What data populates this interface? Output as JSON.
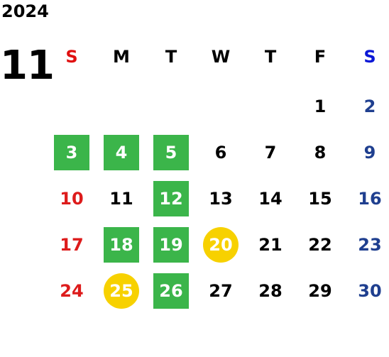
{
  "year": "2024",
  "month": "11",
  "weekdays": [
    "S",
    "M",
    "T",
    "W",
    "T",
    "F",
    "S"
  ],
  "colors": {
    "sunday": "#dd1b1b",
    "saturday": "#1f3f8f",
    "green_highlight": "#3bb54a",
    "yellow_highlight": "#f7d100"
  },
  "weeks": [
    [
      null,
      null,
      null,
      null,
      null,
      {
        "day": "1"
      },
      {
        "day": "2"
      }
    ],
    [
      {
        "day": "3",
        "mark": "green"
      },
      {
        "day": "4",
        "mark": "green"
      },
      {
        "day": "5",
        "mark": "green"
      },
      {
        "day": "6"
      },
      {
        "day": "7"
      },
      {
        "day": "8"
      },
      {
        "day": "9"
      }
    ],
    [
      {
        "day": "10"
      },
      {
        "day": "11"
      },
      {
        "day": "12",
        "mark": "green"
      },
      {
        "day": "13"
      },
      {
        "day": "14"
      },
      {
        "day": "15"
      },
      {
        "day": "16"
      }
    ],
    [
      {
        "day": "17"
      },
      {
        "day": "18",
        "mark": "green"
      },
      {
        "day": "19",
        "mark": "green"
      },
      {
        "day": "20",
        "mark": "yellow"
      },
      {
        "day": "21"
      },
      {
        "day": "22"
      },
      {
        "day": "23"
      }
    ],
    [
      {
        "day": "24"
      },
      {
        "day": "25",
        "mark": "yellow"
      },
      {
        "day": "26",
        "mark": "green"
      },
      {
        "day": "27"
      },
      {
        "day": "28"
      },
      {
        "day": "29"
      },
      {
        "day": "30"
      }
    ]
  ]
}
